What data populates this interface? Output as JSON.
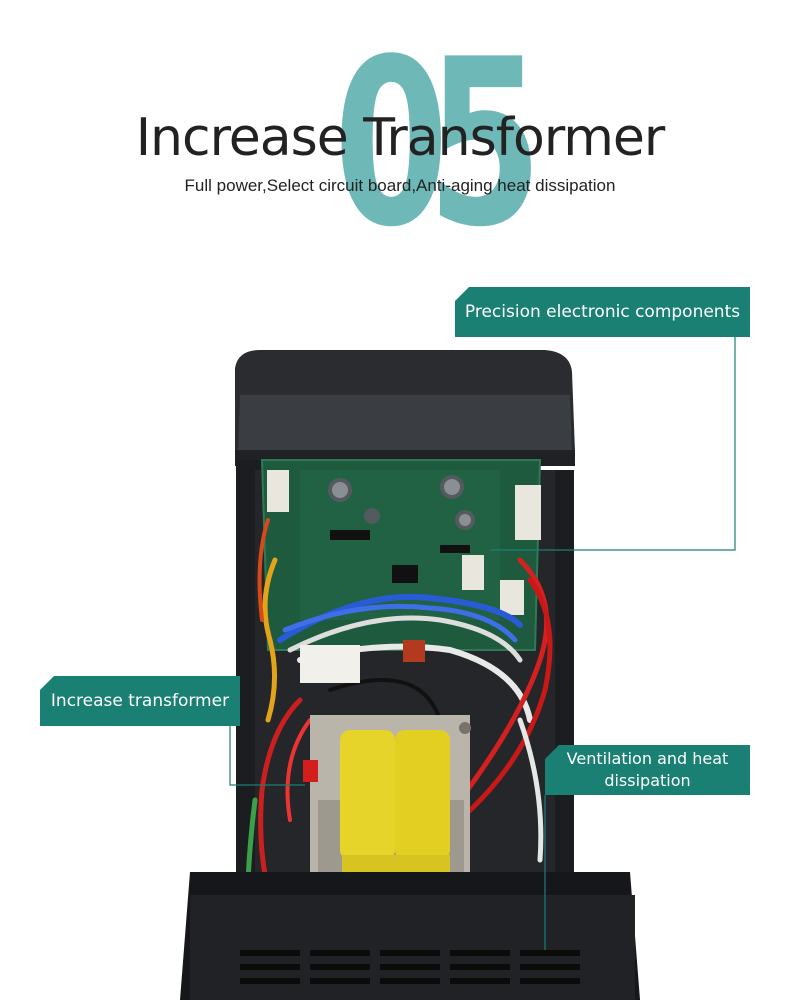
{
  "header": {
    "number": "05",
    "title": "Increase Transformer",
    "subtitle": "Full power,Select circuit board,Anti-aging heat dissipation"
  },
  "callouts": {
    "components": "Precision electronic components",
    "transformer": "Increase transformer",
    "ventilation": "Ventilation and heat dissipation"
  },
  "colors": {
    "accent": "#1a8073",
    "number": "#5fb1b0"
  }
}
